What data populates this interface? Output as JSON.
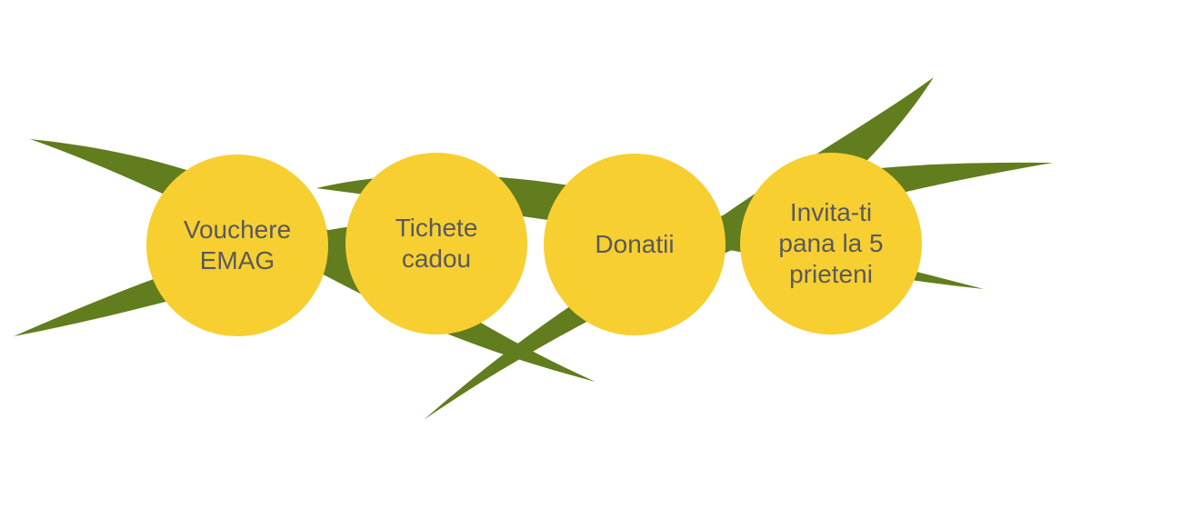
{
  "colors": {
    "leaf": "#617d1e",
    "circle_fill": "#f7cf31",
    "text": "#5a5a5a",
    "background": "#ffffff"
  },
  "items": [
    {
      "label": "Vouchere\nEMAG"
    },
    {
      "label": "Tichete\ncadou"
    },
    {
      "label": "Donatii"
    },
    {
      "label": "Invita-ti\npana la 5\nprieteni"
    }
  ]
}
